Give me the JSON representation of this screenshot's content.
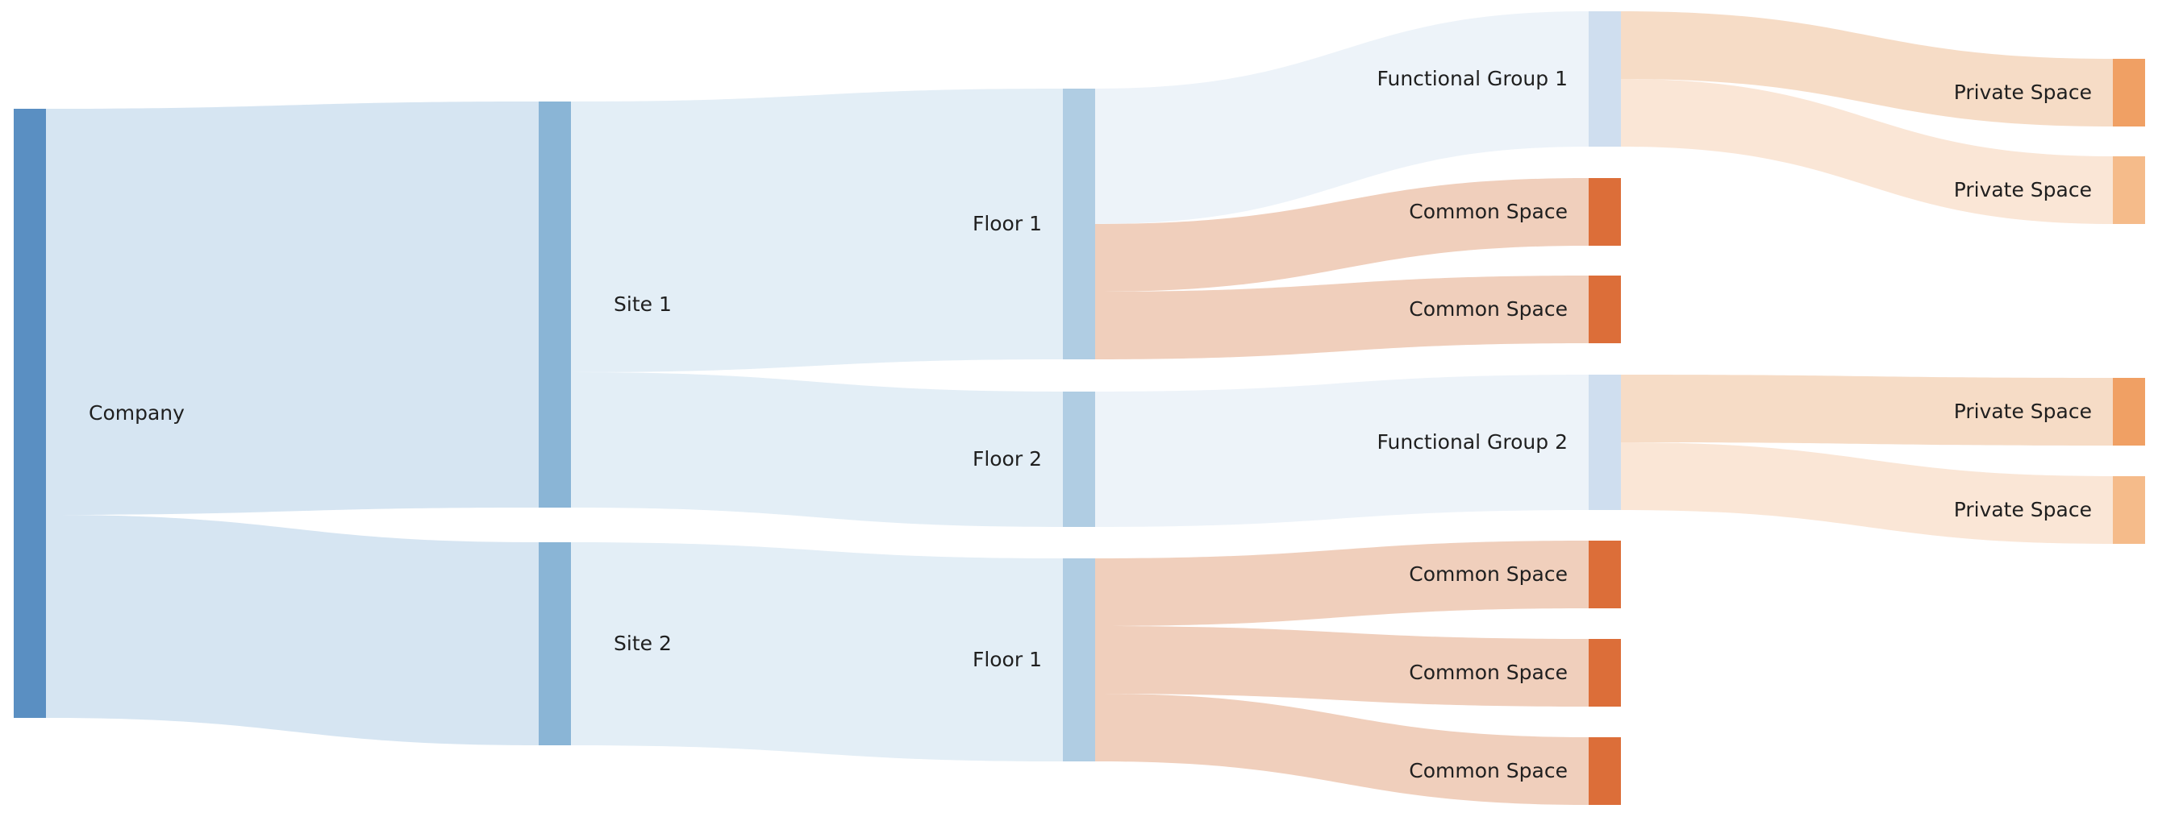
{
  "nodes": [
    {
      "id": "company",
      "label": "Company",
      "color": "#5a8fc2"
    },
    {
      "id": "site1",
      "label": "Site 1",
      "color": "#8ab5d6"
    },
    {
      "id": "site2",
      "label": "Site 2",
      "color": "#8ab5d6"
    },
    {
      "id": "s1f1",
      "label": "Floor 1",
      "color": "#b0cde3"
    },
    {
      "id": "s1f2",
      "label": "Floor 2",
      "color": "#b0cde3"
    },
    {
      "id": "s2f1",
      "label": "Floor 1",
      "color": "#b0cde3"
    },
    {
      "id": "fg1",
      "label": "Functional Group 1",
      "color": "#cfdeef"
    },
    {
      "id": "cs1",
      "label": "Common Space",
      "color": "#dc6e39"
    },
    {
      "id": "cs2",
      "label": "Common Space",
      "color": "#dc6e39"
    },
    {
      "id": "fg2",
      "label": "Functional Group 2",
      "color": "#cfdeef"
    },
    {
      "id": "cs3",
      "label": "Common Space",
      "color": "#dc6e39"
    },
    {
      "id": "cs4",
      "label": "Common Space",
      "color": "#dc6e39"
    },
    {
      "id": "cs5",
      "label": "Common Space",
      "color": "#dc6e39"
    },
    {
      "id": "ps1",
      "label": "Private Space",
      "color": "#f0a064"
    },
    {
      "id": "ps2",
      "label": "Private Space",
      "color": "#f5bb8a"
    },
    {
      "id": "ps3",
      "label": "Private Space",
      "color": "#f0a064"
    },
    {
      "id": "ps4",
      "label": "Private Space",
      "color": "#f5bb8a"
    }
  ],
  "links": [
    {
      "source": "company",
      "target": "site1",
      "value": 6,
      "color": "#d6e5f2"
    },
    {
      "source": "company",
      "target": "site2",
      "value": 3,
      "color": "#d6e5f2"
    },
    {
      "source": "site1",
      "target": "s1f1",
      "value": 4,
      "color": "#e3eef6"
    },
    {
      "source": "site1",
      "target": "s1f2",
      "value": 2,
      "color": "#e3eef6"
    },
    {
      "source": "site2",
      "target": "s2f1",
      "value": 3,
      "color": "#e3eef6"
    },
    {
      "source": "s1f1",
      "target": "fg1",
      "value": 2,
      "color": "#edf3f9"
    },
    {
      "source": "s1f1",
      "target": "cs1",
      "value": 1,
      "color": "#f0cfbc"
    },
    {
      "source": "s1f1",
      "target": "cs2",
      "value": 1,
      "color": "#f0cfbc"
    },
    {
      "source": "s1f2",
      "target": "fg2",
      "value": 2,
      "color": "#edf3f9"
    },
    {
      "source": "s2f1",
      "target": "cs3",
      "value": 1,
      "color": "#f0cfbc"
    },
    {
      "source": "s2f1",
      "target": "cs4",
      "value": 1,
      "color": "#f0cfbc"
    },
    {
      "source": "s2f1",
      "target": "cs5",
      "value": 1,
      "color": "#f0cfbc"
    },
    {
      "source": "fg1",
      "target": "ps1",
      "value": 1,
      "color": "#f6dcc6"
    },
    {
      "source": "fg1",
      "target": "ps2",
      "value": 1,
      "color": "#fae6d6"
    },
    {
      "source": "fg2",
      "target": "ps3",
      "value": 1,
      "color": "#f6dcc6"
    },
    {
      "source": "fg2",
      "target": "ps4",
      "value": 1,
      "color": "#fae6d6"
    }
  ]
}
